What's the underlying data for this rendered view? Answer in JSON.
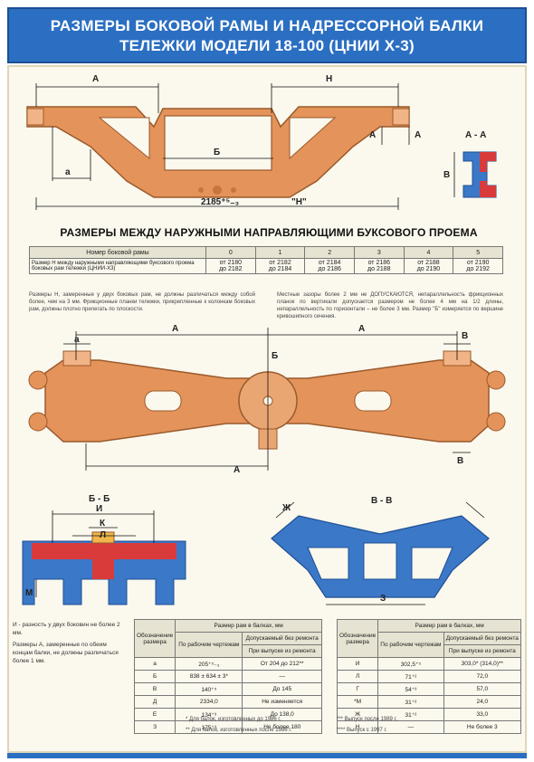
{
  "title": {
    "line1": "РАЗМЕРЫ БОКОВОЙ РАМЫ И НАДРЕССОРНОЙ БАЛКИ",
    "line2": "ТЕЛЕЖКИ МОДЕЛИ 18-100 (ЦНИИ Х-3)"
  },
  "side_frame": {
    "dim_a": "А",
    "dim_h": "Н",
    "dim_b": "Б",
    "dim_small_a": "а",
    "dim_total": "2185⁺⁵₋₃",
    "dim_h_quoted": "\"Н\"",
    "section_mark_1": "А",
    "section_mark_2": "А",
    "section_label": "А - А",
    "section_dim": "В"
  },
  "table1": {
    "title": "РАЗМЕРЫ МЕЖДУ НАРУЖНЫМИ НАПРАВЛЯЮЩИМИ БУКСОВОГО ПРОЕМА",
    "header_label": "Номер боковой рамы",
    "row_label": "Размер Н между наружными направляющими буксового проема боковых рам тележки (ЦНИИ-Х3)",
    "numbers": [
      "0",
      "1",
      "2",
      "3",
      "4",
      "5"
    ],
    "values": [
      [
        "от 2180",
        "до 2182"
      ],
      [
        "от 2182",
        "до 2184"
      ],
      [
        "от 2184",
        "до 2186"
      ],
      [
        "от 2186",
        "до 2188"
      ],
      [
        "от 2188",
        "до 2190"
      ],
      [
        "от 2190",
        "до 2192"
      ]
    ]
  },
  "para_left": "Размеры Н, замеренные у двух боковых рам, не должны различаться между собой более, чем на 3 мм. Фрикционные планки тележки, прикрепленные к колонкам боковых рам, должны плотно прилегать по плоскости.",
  "para_right": "Местные зазоры более 2 мм не ДОПУСКАЮТСЯ, непараллельность фрикционных планок по вертикали допускается размером не более 4 мм на 1/2 длины, непараллельность по горизонтали – не более 3 мм. Размер \"Б\" измеряется по вершине кривошипного сечения.",
  "bolster": {
    "dim_a_left": "А",
    "dim_a_right": "А",
    "dim_small_a": "а",
    "dim_b": "Б",
    "dim_v": "В",
    "dim_a_bottom": "А",
    "dim_v_bottom": "В"
  },
  "section_bb": {
    "label": "Б - Б",
    "dim_i": "И",
    "dim_k": "К",
    "dim_l": "Л",
    "dim_m": "М"
  },
  "section_vv": {
    "label": "В - В",
    "dim_zh": "Ж",
    "dim_z": "З"
  },
  "notes": {
    "n1": "И - разность у двух боковин не более 2 мм.",
    "n2": "Размеры А, замеренные по обеим концам балки, не должны различаться более 1 мм."
  },
  "table2": {
    "col1": "Обозначение размера",
    "col_group": "Размер рам в балках, мм",
    "col2": "По рабочим чертежам",
    "col3_group": "Допускаемый без ремонта",
    "col3": "При выпуске из ремонта",
    "rows": [
      [
        "а",
        "205⁺⁵₋₃",
        "От 204 до 212**"
      ],
      [
        "Б",
        "838 ± 634 ± 3*",
        "—"
      ],
      [
        "В",
        "140⁺⁵",
        "До 145"
      ],
      [
        "Д",
        "2334,0",
        "Не изменяется"
      ],
      [
        "Е",
        "134⁺³",
        "До 138,0"
      ],
      [
        "З",
        "175⁺³",
        "Не более 180"
      ]
    ]
  },
  "table3": {
    "col1": "Обозначение размера",
    "col_group": "Размер рам в балках, мм",
    "col2": "По рабочим чертежам",
    "col3_group": "Допускаемый без ремонта",
    "col3": "При выпуске из ремонта",
    "rows": [
      [
        "И",
        "302,5⁺⁵",
        "303,0* (314,0)**"
      ],
      [
        "Л",
        "71⁺²",
        "72,0"
      ],
      [
        "Г",
        "54⁺³",
        "57,0"
      ],
      [
        "*М",
        "31⁺²",
        "24,0"
      ],
      [
        "Ж",
        "31⁺²",
        "33,0"
      ],
      [
        "Н",
        "—",
        "Не более 3"
      ]
    ]
  },
  "footnotes": {
    "f1": "* Для балок, изготовленных до 1986 г.",
    "f2": "** Для балок, изготовленных после 1986 г.",
    "f3": "*** Выпуск после 1989 г.",
    "f4": "**** Выпуск с 1997 г."
  },
  "colors": {
    "title_bg": "#2b6fc2",
    "cast": "#e4935a",
    "section_blue": "#3c78c8",
    "section_red": "#d93a3a"
  }
}
